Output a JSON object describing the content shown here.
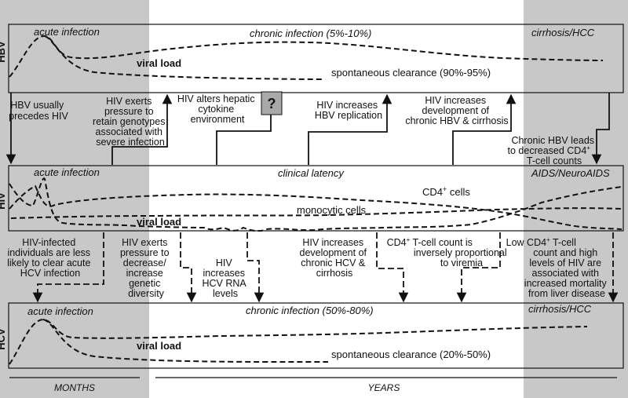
{
  "colors": {
    "shade": "#c8c8c8",
    "line": "#111111",
    "box_fill": "#ffffff",
    "question_box": "#a9a9a9"
  },
  "icons": {
    "question": "question-mark-icon"
  },
  "top_panel": {
    "side_label": "HBV",
    "acute": "acute infection",
    "chronic": "chronic infection (5%-10%)",
    "cirrhosis": "cirrhosis/HCC",
    "viral_load": "viral load",
    "clearance": "spontaneous clearance (90%-95%)"
  },
  "middle_panel": {
    "side_label": "HIV",
    "acute": "acute infection",
    "latency": "clinical latency",
    "aids": "AIDS/NeuroAIDS",
    "cd4_main": "CD4",
    "cd4_sup": "+",
    "cd4_rest": " cells",
    "monocytic": "monocytic cells",
    "viral_load": "viral load"
  },
  "bottom_panel": {
    "side_label": "HCV",
    "acute": "acute infection",
    "chronic": "chronic infection (50%-80%)",
    "cirrhosis": "cirrhosis/HCC",
    "viral_load": "viral load",
    "clearance": "spontaneous clearance (20%-50%)"
  },
  "question_glyph": "?",
  "hbv_notes": {
    "n1": [
      "HBV usually",
      "precedes HIV"
    ],
    "n2": [
      "HIV exerts",
      "pressure to",
      "retain genotypes",
      "associated with",
      "severe infection"
    ],
    "n3": [
      "HIV alters hepatic",
      "cytokine",
      "environment"
    ],
    "n4": [
      "HIV increases",
      "HBV replication"
    ],
    "n5": [
      "HIV increases",
      "development of",
      "chronic HBV & cirrhosis"
    ],
    "n6": [
      "Chronic HBV leads",
      "to decreased CD4",
      "T-cell counts"
    ],
    "n6_sup": "+"
  },
  "hcv_notes": {
    "n1": [
      "HIV-infected",
      "individuals are less",
      "likely to clear acute",
      "HCV infection"
    ],
    "n2": [
      "HIV exerts",
      "pressure to",
      "decrease/",
      "increase",
      "genetic",
      "diversity"
    ],
    "n3": [
      "HIV",
      "increases",
      "HCV RNA",
      "levels"
    ],
    "n4": [
      "HIV increases",
      "development of",
      "chronic HCV &",
      "cirrhosis"
    ],
    "n5": [
      "CD4",
      "inversely proportional",
      "to viremia"
    ],
    "n5_rest": " T-cell count is",
    "n5_sup": "+",
    "n6": [
      "Low CD4",
      "count and high",
      "levels of HIV are",
      "associated with",
      "increased mortality",
      "from liver disease"
    ],
    "n6_rest": " T-cell",
    "n6_sup": "+"
  },
  "timeline": {
    "months": "MONTHS",
    "years": "YEARS"
  }
}
